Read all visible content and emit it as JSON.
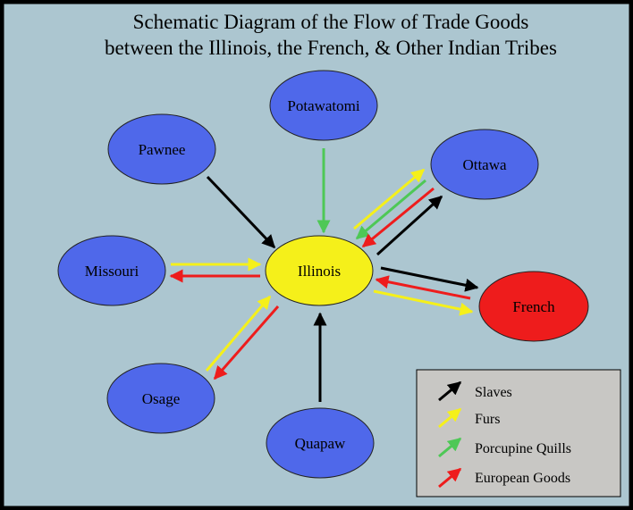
{
  "title": {
    "line1": "Schematic Diagram of the Flow of Trade Goods",
    "line2": "between the Illinois, the French, & Other Indian Tribes"
  },
  "colors": {
    "background": "#acc6d0",
    "frame": "#000000",
    "tribe_fill": "#4f68ea",
    "illinois_fill": "#f5f01a",
    "french_fill": "#ee1c1c",
    "legend_fill": "#c8c7c4",
    "slaves": "#000000",
    "furs": "#f5f01a",
    "porcupine_quills": "#4ec856",
    "european_goods": "#ee1c1c"
  },
  "nodes": {
    "illinois": "Illinois",
    "potawatomi": "Potawatomi",
    "pawnee": "Pawnee",
    "ottawa": "Ottawa",
    "missouri": "Missouri",
    "french": "French",
    "osage": "Osage",
    "quapaw": "Quapaw"
  },
  "legend": [
    {
      "label": "Slaves",
      "color": "#000000"
    },
    {
      "label": "Furs",
      "color": "#f5f01a"
    },
    {
      "label": "Porcupine Quills",
      "color": "#4ec856"
    },
    {
      "label": "European Goods",
      "color": "#ee1c1c"
    }
  ],
  "flows": [
    {
      "from": "Potawatomi",
      "to": "Illinois",
      "good": "Porcupine Quills"
    },
    {
      "from": "Pawnee",
      "to": "Illinois",
      "good": "Slaves"
    },
    {
      "from": "Illinois",
      "to": "Ottawa",
      "good": "Furs"
    },
    {
      "from": "Ottawa",
      "to": "Illinois",
      "good": "Porcupine Quills"
    },
    {
      "from": "Ottawa",
      "to": "Illinois",
      "good": "European Goods"
    },
    {
      "from": "Illinois",
      "to": "Ottawa",
      "good": "Slaves"
    },
    {
      "from": "Missouri",
      "to": "Illinois",
      "good": "Furs"
    },
    {
      "from": "Illinois",
      "to": "Missouri",
      "good": "European Goods"
    },
    {
      "from": "Illinois",
      "to": "French",
      "good": "Slaves"
    },
    {
      "from": "French",
      "to": "Illinois",
      "good": "European Goods"
    },
    {
      "from": "Illinois",
      "to": "French",
      "good": "Furs"
    },
    {
      "from": "Osage",
      "to": "Illinois",
      "good": "Furs"
    },
    {
      "from": "Illinois",
      "to": "Osage",
      "good": "European Goods"
    },
    {
      "from": "Quapaw",
      "to": "Illinois",
      "good": "Slaves"
    }
  ]
}
